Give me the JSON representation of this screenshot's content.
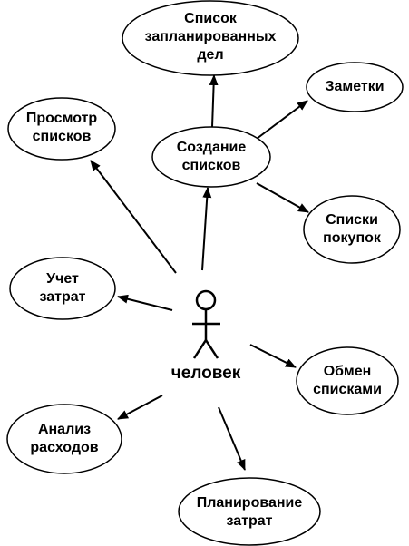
{
  "actor": {
    "label": "человек"
  },
  "use_cases": [
    {
      "id": "planned",
      "label": "Список\nзапланированных\nдел"
    },
    {
      "id": "notes",
      "label": "Заметки"
    },
    {
      "id": "view",
      "label": "Просмотр\nсписков"
    },
    {
      "id": "create",
      "label": "Создание\nсписков"
    },
    {
      "id": "shopping",
      "label": "Списки\nпокупок"
    },
    {
      "id": "cost",
      "label": "Учет\nзатрат"
    },
    {
      "id": "share",
      "label": "Обмен\nсписками"
    },
    {
      "id": "analysis",
      "label": "Анализ\nрасходов"
    },
    {
      "id": "planning",
      "label": "Планирование\nзатрат"
    }
  ],
  "edges": [
    {
      "from": "actor",
      "to": "create"
    },
    {
      "from": "actor",
      "to": "view"
    },
    {
      "from": "actor",
      "to": "cost"
    },
    {
      "from": "actor",
      "to": "share"
    },
    {
      "from": "actor",
      "to": "analysis"
    },
    {
      "from": "actor",
      "to": "planning"
    },
    {
      "from": "create",
      "to": "planned"
    },
    {
      "from": "create",
      "to": "notes"
    },
    {
      "from": "create",
      "to": "shopping"
    }
  ]
}
